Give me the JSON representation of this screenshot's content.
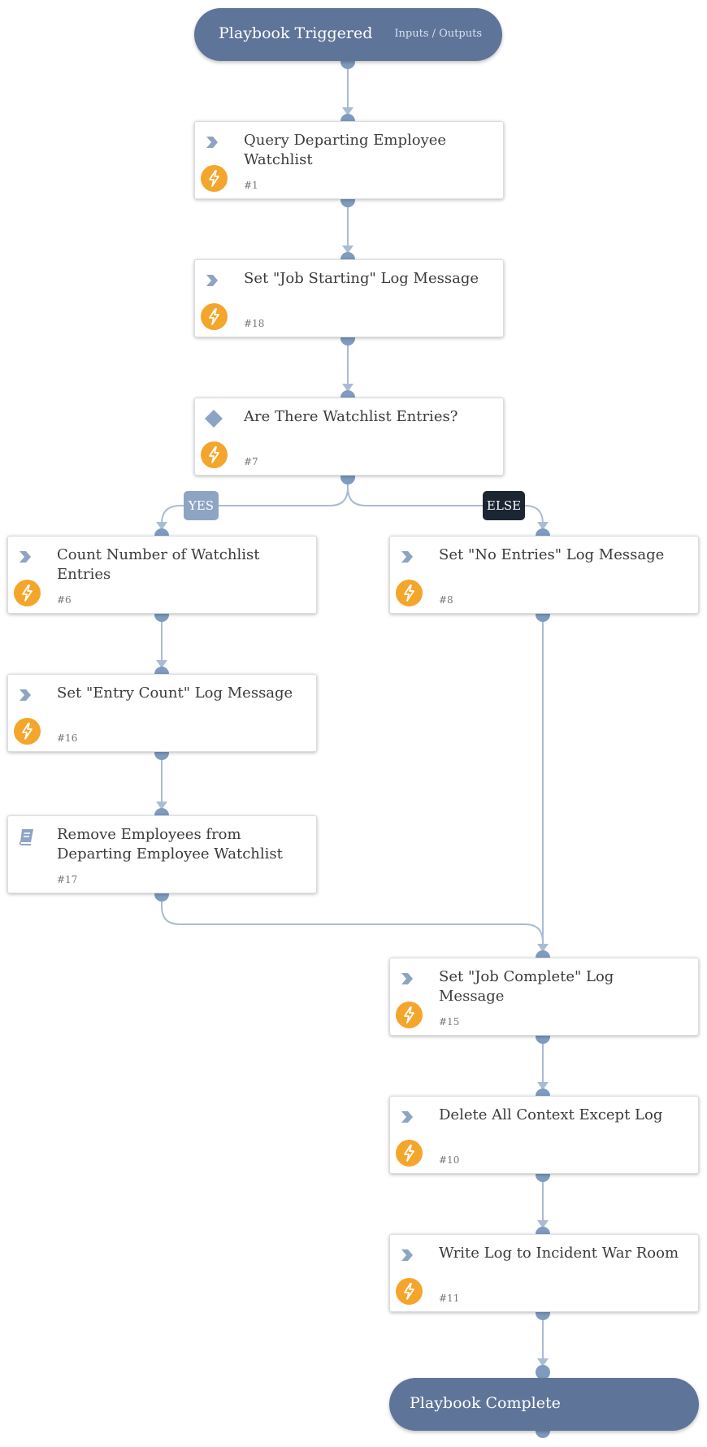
{
  "start": {
    "title": "Playbook Triggered",
    "io_link": "Inputs / Outputs"
  },
  "end": {
    "title": "Playbook Complete"
  },
  "tasks": [
    {
      "name": "Query Departing Employee Watchlist",
      "number": "#1",
      "icon": "chevron-icon",
      "has_bolt": true
    },
    {
      "name": "Set \"Job Starting\" Log Message",
      "number": "#18",
      "icon": "chevron-icon",
      "has_bolt": true
    },
    {
      "name": "Are There Watchlist Entries?",
      "number": "#7",
      "icon": "diamond-icon",
      "has_bolt": true
    },
    {
      "name": "Count Number of Watchlist Entries",
      "number": "#6",
      "icon": "chevron-icon",
      "has_bolt": true
    },
    {
      "name": "Set \"No Entries\" Log Message",
      "number": "#8",
      "icon": "chevron-icon",
      "has_bolt": true
    },
    {
      "name": "Set \"Entry Count\" Log Message",
      "number": "#16",
      "icon": "chevron-icon",
      "has_bolt": true
    },
    {
      "name": "Remove Employees from Departing Employee Watchlist",
      "number": "#17",
      "icon": "book-icon",
      "has_bolt": false
    },
    {
      "name": "Set \"Job Complete\" Log Message",
      "number": "#15",
      "icon": "chevron-icon",
      "has_bolt": true
    },
    {
      "name": "Delete All Context Except Log",
      "number": "#10",
      "icon": "chevron-icon",
      "has_bolt": true
    },
    {
      "name": "Write Log to Incident War Room",
      "number": "#11",
      "icon": "chevron-icon",
      "has_bolt": true
    }
  ],
  "branches": {
    "yes": "YES",
    "else": "ELSE"
  },
  "colors": {
    "pill": "#5f7499",
    "connector": "#8ea4c3",
    "bolt": "#f4a52b",
    "else_label": "#1c2532",
    "yes_label": "#8ea4c3"
  }
}
